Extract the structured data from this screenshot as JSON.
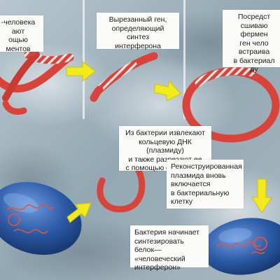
{
  "captions": {
    "step1": "-человека\nают\nощью\nментов",
    "step2": "Вырезанный ген,\nопределяющий\nсинтез\nинтерферона",
    "step3": "Посредст\nсшиваю\nфермен\nген чело\nвстраива\nв бактериал\nду",
    "step4": "Из бактерии извлекают\nкольцевую ДНК\n(плазмиду)\nи также разрезают ее\nс помощью ферментов",
    "step5": "Реконструированная\nплазмида вновь\nвключается\nв бактериальную\nклетку",
    "step6": "Бактерия начинает\nсинтезировать белок—\n«человеческий\nинтерферон»"
  },
  "colors": {
    "background": "#9fb2bd",
    "dna_red": "#d9433a",
    "gene_stripe": "#f2e6e6",
    "arrow_yellow": "#f2ea1c",
    "bacterium_blue": "#2c5aa6",
    "caption_bg": "#fbfbf9"
  },
  "icons": [
    "dna-strand-icon",
    "arrow-icon",
    "plasmid-ring-icon",
    "bacterium-icon"
  ]
}
